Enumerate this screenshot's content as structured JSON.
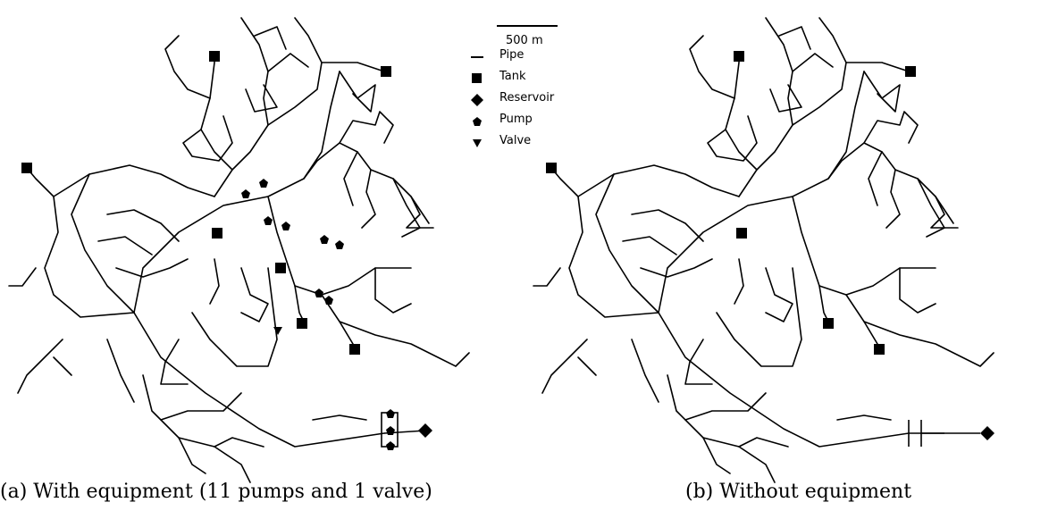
{
  "panels": [
    {
      "caption": "(a) With equipment (11 pumps and 1 valve)"
    },
    {
      "caption": "(b) Without equipment"
    }
  ],
  "scale_bar": {
    "label": "500 m"
  },
  "legend": [
    {
      "label": "Pipe",
      "symbol": "line"
    },
    {
      "label": "Tank",
      "symbol": "square"
    },
    {
      "label": "Reservoir",
      "symbol": "diamond"
    },
    {
      "label": "Pump",
      "symbol": "pentagon"
    },
    {
      "label": "Valve",
      "symbol": "triangle-down"
    }
  ],
  "counts": {
    "pumps": 11,
    "valves": 1
  },
  "colors": {
    "ink": "#000000",
    "background": "#ffffff"
  }
}
